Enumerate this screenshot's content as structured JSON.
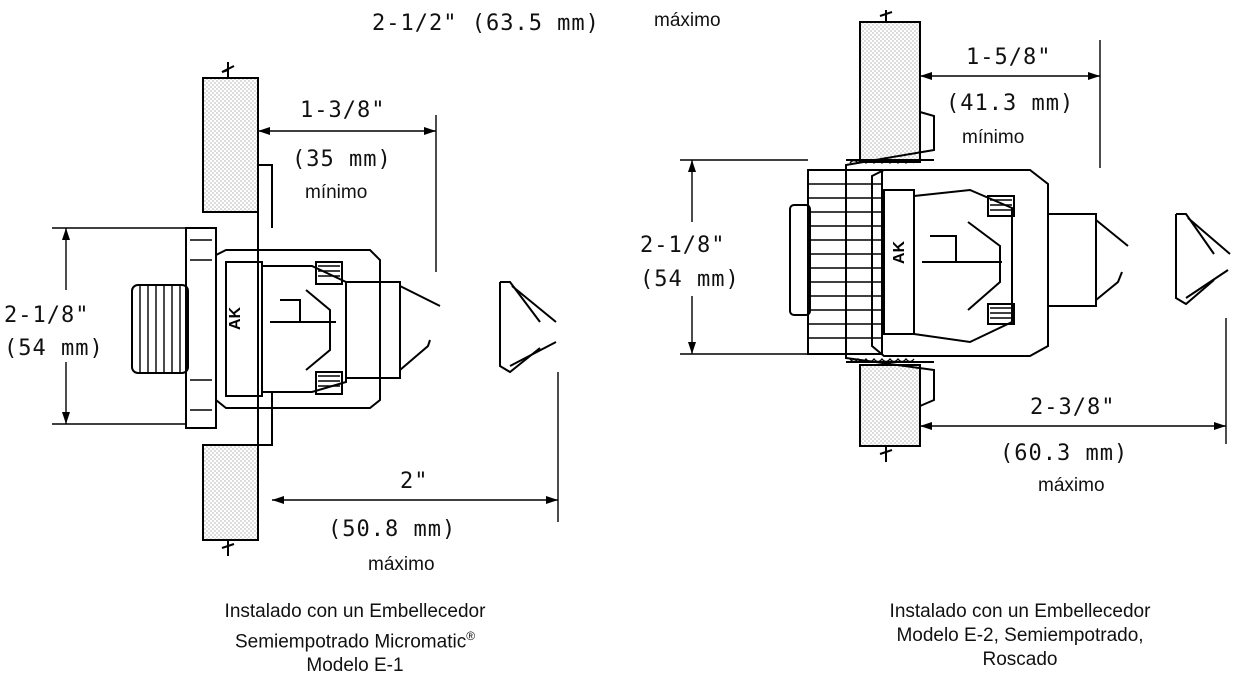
{
  "top_overall": {
    "dim": "2-1/2\" (63.5 mm)",
    "label": "máximo"
  },
  "left_figure": {
    "dim_top": {
      "inch": "1-3/8\"",
      "mm": "(35 mm)",
      "label": "mínimo"
    },
    "dim_side": {
      "inch": "2-1/8\"",
      "mm": "(54 mm)"
    },
    "dim_bottom": {
      "inch": "2\"",
      "mm": "(50.8 mm)",
      "label": "máximo"
    },
    "logo": "AK",
    "caption": {
      "line1": "Instalado con un Embellecedor",
      "line2": "Semiempotrado Micromatic",
      "reg": "®",
      "line3": "Modelo E-1"
    }
  },
  "right_figure": {
    "dim_top": {
      "inch": "1-5/8\"",
      "mm": "(41.3 mm)",
      "label": "mínimo"
    },
    "dim_side": {
      "inch": "2-1/8\"",
      "mm": "(54 mm)"
    },
    "dim_bottom": {
      "inch": "2-3/8\"",
      "mm": "(60.3 mm)",
      "label": "máximo"
    },
    "logo": "AK",
    "caption": {
      "line1": "Instalado con un Embellecedor",
      "line2": "Modelo E-2, Semiempotrado,",
      "line3": "Roscado"
    }
  }
}
